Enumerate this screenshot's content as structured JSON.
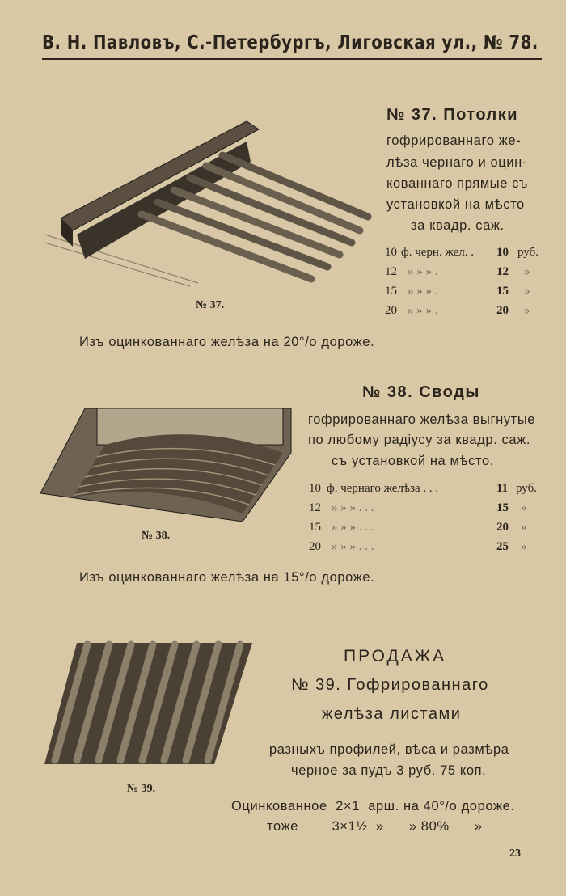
{
  "header": "В. Н. Павловъ, С.-Петербургъ, Лиговская ул., № 78.",
  "item37": {
    "title": "№ 37. Потолки",
    "lines": [
      "гофрированнаго же-",
      "лѣза чернаго и оцин-",
      "кованнаго прямые съ",
      "установкой на мѣсто",
      "за квадр. саж."
    ],
    "prices": [
      {
        "size": "10",
        "desc": "ф. черн. жел. .",
        "price": "10",
        "unit": "руб."
      },
      {
        "size": "12",
        "desc": "»     »     »  .",
        "price": "12",
        "unit": "»"
      },
      {
        "size": "15",
        "desc": "»     »     »  .",
        "price": "15",
        "unit": "»"
      },
      {
        "size": "20",
        "desc": "»     »     »  .",
        "price": "20",
        "unit": "»"
      }
    ],
    "caption": "№ 37.",
    "note": "Изъ оцинкованнаго желѣза на 20°/о дороже."
  },
  "item38": {
    "title": "№ 38. Своды",
    "lines": [
      "гофрированнаго желѣза выгнутые",
      "по любому радіусу за квадр. саж.",
      "съ установкой на мѣсто."
    ],
    "prices": [
      {
        "size": "10",
        "desc": "ф. чернаго желѣза   . . .",
        "price": "11",
        "unit": "руб."
      },
      {
        "size": "12",
        "desc": "»        »           »       . . .",
        "price": "15",
        "unit": "»"
      },
      {
        "size": "15",
        "desc": "»        »           »       . . .",
        "price": "20",
        "unit": "»"
      },
      {
        "size": "20",
        "desc": "»        »           »       . . .",
        "price": "25",
        "unit": "»"
      }
    ],
    "caption": "№ 38.",
    "note": "Изъ оцинкованнаго желѣза на 15°/о дороже."
  },
  "item39": {
    "heading": "ПРОДАЖА",
    "title1": "№ 39. Гофрированнаго",
    "title2": "желѣза листами",
    "line1": "разныхъ профилей, вѣса и размѣра",
    "line2": "черное за пудъ 3 руб. 75 коп.",
    "line3": "Оцинкованное  2×1  арш. на 40°/о дороже.",
    "line4": "тоже        3×1½  »      » 80%      »",
    "caption": "№ 39."
  },
  "page_number": "23"
}
